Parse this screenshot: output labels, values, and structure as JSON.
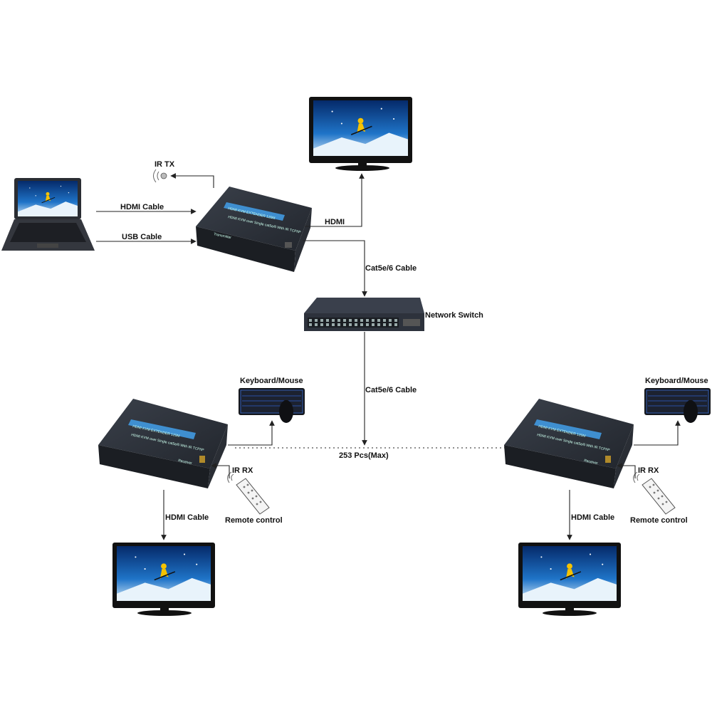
{
  "labels": {
    "ir_tx": "IR TX",
    "hdmi_cable_top": "HDMI Cable",
    "usb_cable": "USB Cable",
    "hdmi_top": "HDMI",
    "cat_top": "Cat5e/6 Cable",
    "network_switch": "Network Switch",
    "cat_mid": "Cat5e/6 Cable",
    "keyboard_left": "Keyboard/Mouse",
    "keyboard_right": "Keyboard/Mouse",
    "max_units": "253 Pcs(Max)",
    "ir_rx_left": "IR RX",
    "ir_rx_right": "IR RX",
    "remote_left": "Remote control",
    "remote_right": "Remote control",
    "hdmi_cable_left": "HDMI Cable",
    "hdmi_cable_right": "HDMI Cable"
  },
  "devices": {
    "transmitter_title": "HDMI KVM EXTENDER 120M",
    "transmitter_sub": "HDMI KVM over Single cat5e/6 With IR TCP/IP",
    "transmitter_name": "Transmitter",
    "receiver_title": "HDMI KVM EXTENDER 120M",
    "receiver_sub": "HDMI KVM over Single cat5e/6 With IR TCP/IP",
    "receiver_name": "Receiver"
  },
  "colors": {
    "device_body": "#2b3038",
    "device_label": "#3f8fd0",
    "screen_sky": "#0b4aa0",
    "laptop_body": "#2a2d33",
    "line": "#222222"
  }
}
